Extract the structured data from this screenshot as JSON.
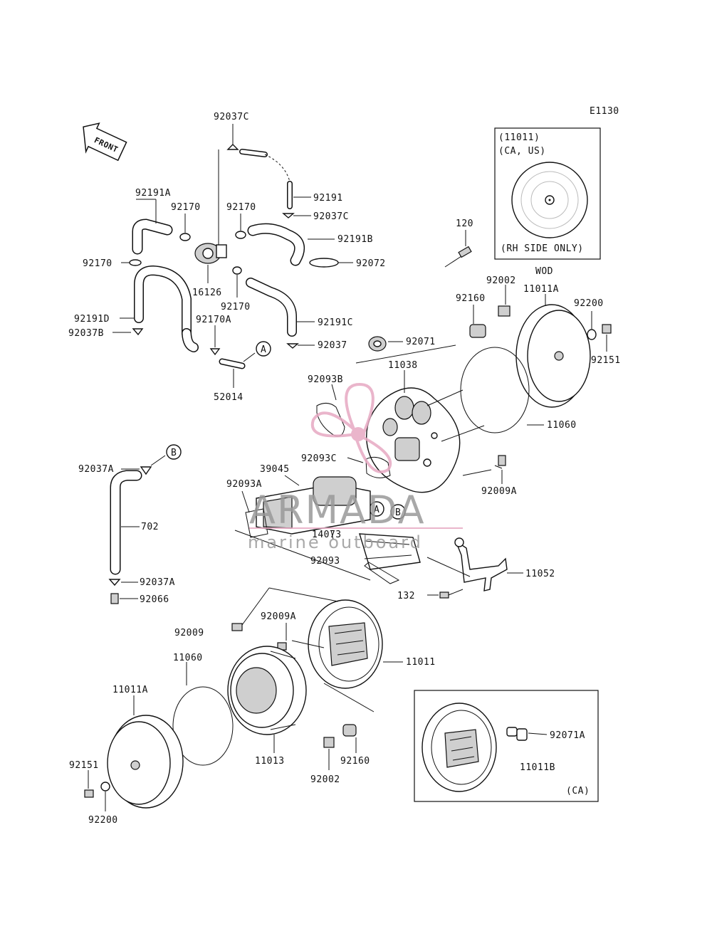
{
  "diagram_code": "E1130",
  "front_label": "FRONT",
  "inset_top": {
    "line1": "(11011)",
    "line2": "(CA, US)",
    "note": "(RH SIDE ONLY)"
  },
  "inset_bottom": {
    "part": "92071A",
    "sub": "11011B",
    "region": "(CA)"
  },
  "wod_label": "WOD",
  "callouts": {
    "a": "A",
    "b": "B"
  },
  "watermark": {
    "brand": "ARMADA",
    "tagline": "marine outboard"
  },
  "parts": {
    "p92037C_top": "92037C",
    "p92191": "92191",
    "p92037C_mid": "92037C",
    "p92191A": "92191A",
    "p92170_a": "92170",
    "p92170_b": "92170",
    "p92191B": "92191B",
    "p92170_left": "92170",
    "p92072": "92072",
    "p16126": "16126",
    "p92170_c": "92170",
    "p92191D": "92191D",
    "p92037B": "92037B",
    "p92170A": "92170A",
    "p92191C": "92191C",
    "p92037": "92037",
    "p52014": "52014",
    "p120": "120",
    "p92002_top": "92002",
    "p92160_top": "92160",
    "p11011A_top": "11011A",
    "p92200_top": "92200",
    "p92071": "92071",
    "p92151_top": "92151",
    "p11038": "11038",
    "p92093B": "92093B",
    "p11060_top": "11060",
    "p92093C": "92093C",
    "p92009A_right": "92009A",
    "p92037A_top": "92037A",
    "p39045": "39045",
    "p92093A": "92093A",
    "p702": "702",
    "p14073": "14073",
    "p92093": "92093",
    "p11052": "11052",
    "p92037A_bot": "92037A",
    "p132": "132",
    "p92066": "92066",
    "p92009A_mid": "92009A",
    "p92009": "92009",
    "p11060_bot": "11060",
    "p11011": "11011",
    "p11011A_bot": "11011A",
    "p92151_bot": "92151",
    "p11013": "11013",
    "p92160_bot": "92160",
    "p92002_bot": "92002",
    "p92200_bot": "92200"
  },
  "colors": {
    "line": "#111111",
    "watermark_pink": "#e7a9c3",
    "watermark_gray": "#9a9a9a"
  }
}
